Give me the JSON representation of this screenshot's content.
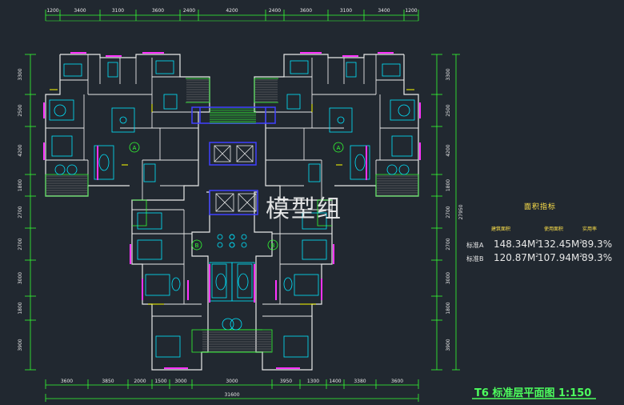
{
  "dims": {
    "top": [
      "1200",
      "3400",
      "3100",
      "3600",
      "2400",
      "4200",
      "2400",
      "3600",
      "3100",
      "3400",
      "1200"
    ],
    "bottom": [
      "3600",
      "3850",
      "2000",
      "1500",
      "3000",
      "3000",
      "3950",
      "1300",
      "1400",
      "3380",
      "3600"
    ],
    "total": "31600",
    "left": [
      "3300",
      "2500",
      "4200",
      "1800",
      "2700",
      "2700",
      "3000",
      "1800",
      "3900"
    ],
    "right": [
      "3300",
      "2500",
      "4200",
      "1800",
      "2700",
      "2700",
      "3000",
      "1800",
      "3900"
    ],
    "right_total": "27950"
  },
  "units": {
    "left_top": "A",
    "right_top": "A",
    "left_bottom": "B",
    "right_bottom": "B"
  },
  "area_table": {
    "title": "面积指标",
    "headers": [
      "建筑面积",
      "使用面积",
      "实用率"
    ],
    "rows": [
      {
        "name": "A",
        "values": [
          "148.34M",
          "132.45M",
          "89.3%"
        ]
      },
      {
        "name": "B",
        "values": [
          "120.87M",
          "107.94M",
          "89.3%"
        ]
      }
    ]
  },
  "drawing_title": "T6 标准层平面图   1:150",
  "watermark": "模型组",
  "colors": {
    "cyan": "#00e5ff",
    "green": "#33ff33",
    "magenta": "#ff33ff",
    "yellow": "#ffff00",
    "blue": "#4040ff",
    "white": "#e8e8e8",
    "orange": "#ff9a3c",
    "grey": "#8a8a8a"
  }
}
